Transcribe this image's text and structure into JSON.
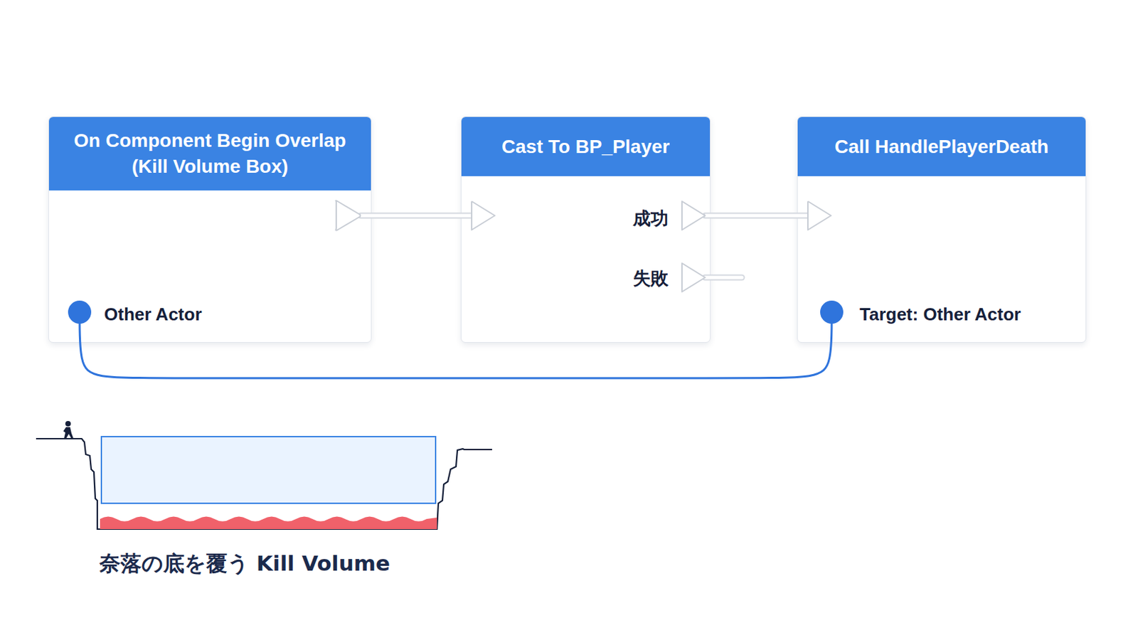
{
  "diagram": {
    "caption": "奈落の底を覆う Kill Volume",
    "nodes": [
      {
        "text": [
          "On Component Begin Overlap (Kill Volume Box)",
          "Other Actor"
        ]
      },
      {
        "text": [
          "Cast To BP_Player",
          "成功",
          "失敗"
        ]
      },
      {
        "text": [
          "Call HandlePlayerDeath",
          "Target: Other Actor"
        ]
      }
    ],
    "edges": [
      {
        "from": 0,
        "to": 1,
        "arrow": "to"
      },
      {
        "from": 1,
        "to": 2,
        "arrow": "to"
      },
      {
        "from": 0,
        "to": 2,
        "arrow": "none"
      }
    ]
  }
}
